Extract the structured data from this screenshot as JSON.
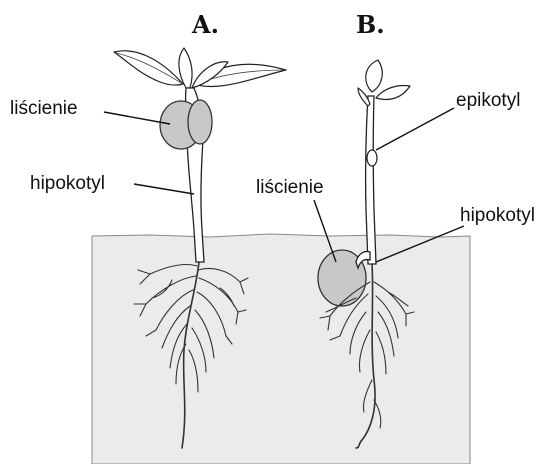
{
  "panels": {
    "a": {
      "letter": "A."
    },
    "b": {
      "letter": "B."
    }
  },
  "labels": {
    "a_cotyledons": "liścienie",
    "a_hypocotyl": "hipokotyl",
    "b_epicotyl": "epikotyl",
    "b_cotyledons": "liścienie",
    "b_hypocotyl": "hipokotyl"
  },
  "colors": {
    "soil": "#ebebeb",
    "cotyledon": "#c8c8c8",
    "outline": "#222222"
  }
}
